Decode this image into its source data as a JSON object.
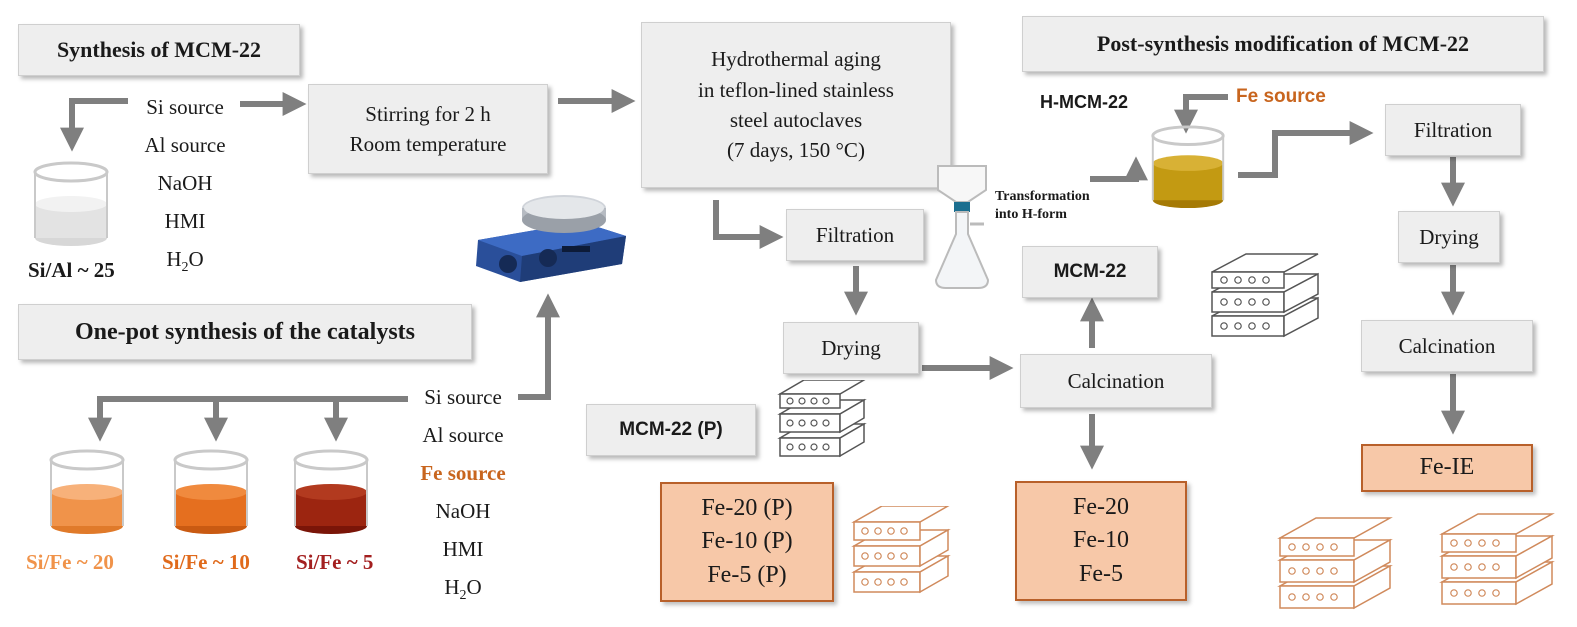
{
  "colors": {
    "box_fill": "#eeeeee",
    "fe_box_fill": "#f7c8a8",
    "fe_box_border": "#b8602a",
    "arrow": "#7f7f7f",
    "fe_text": "#c8651e",
    "dark_red": "#a31f1f"
  },
  "synthesis": {
    "title": "Synthesis of MCM-22",
    "ingredients": [
      "Si source",
      "Al source",
      "NaOH",
      "HMI",
      "H"
    ],
    "h2o_sub": "2",
    "h2o_tail": "O",
    "ratio": "Si/Al ~ 25",
    "stirring_line1": "Stirring for 2 h",
    "stirring_line2": "Room temperature"
  },
  "hydrothermal": [
    "Hydrothermal aging",
    "in teflon-lined stainless",
    "steel autoclaves",
    "(7 days, 150 °C)"
  ],
  "one_pot": {
    "title": "One-pot synthesis of the catalysts",
    "ingredients": [
      "Si source",
      "Al source",
      "Fe source",
      "NaOH",
      "HMI",
      "H"
    ],
    "h2o_sub": "2",
    "h2o_tail": "O",
    "ratios": [
      "Si/Fe ~ 20",
      "Si/Fe ~ 10",
      "Si/Fe ~ 5"
    ]
  },
  "middle": {
    "filtration": "Filtration",
    "drying": "Drying",
    "mcm22p": "MCM-22 (P)",
    "calcination": "Calcination",
    "mcm22": "MCM-22",
    "transformation_line1": "Transformation",
    "transformation_line2": "into H-form"
  },
  "products_p": [
    "Fe-20 (P)",
    "Fe-10 (P)",
    "Fe-5 (P)"
  ],
  "products": [
    "Fe-20",
    "Fe-10",
    "Fe-5"
  ],
  "post": {
    "title": "Post-synthesis modification of MCM-22",
    "h_mcm22": "H-MCM-22",
    "fe_source": "Fe source",
    "filtration": "Filtration",
    "drying": "Drying",
    "calcination": "Calcination",
    "fe_ie": "Fe-IE"
  }
}
